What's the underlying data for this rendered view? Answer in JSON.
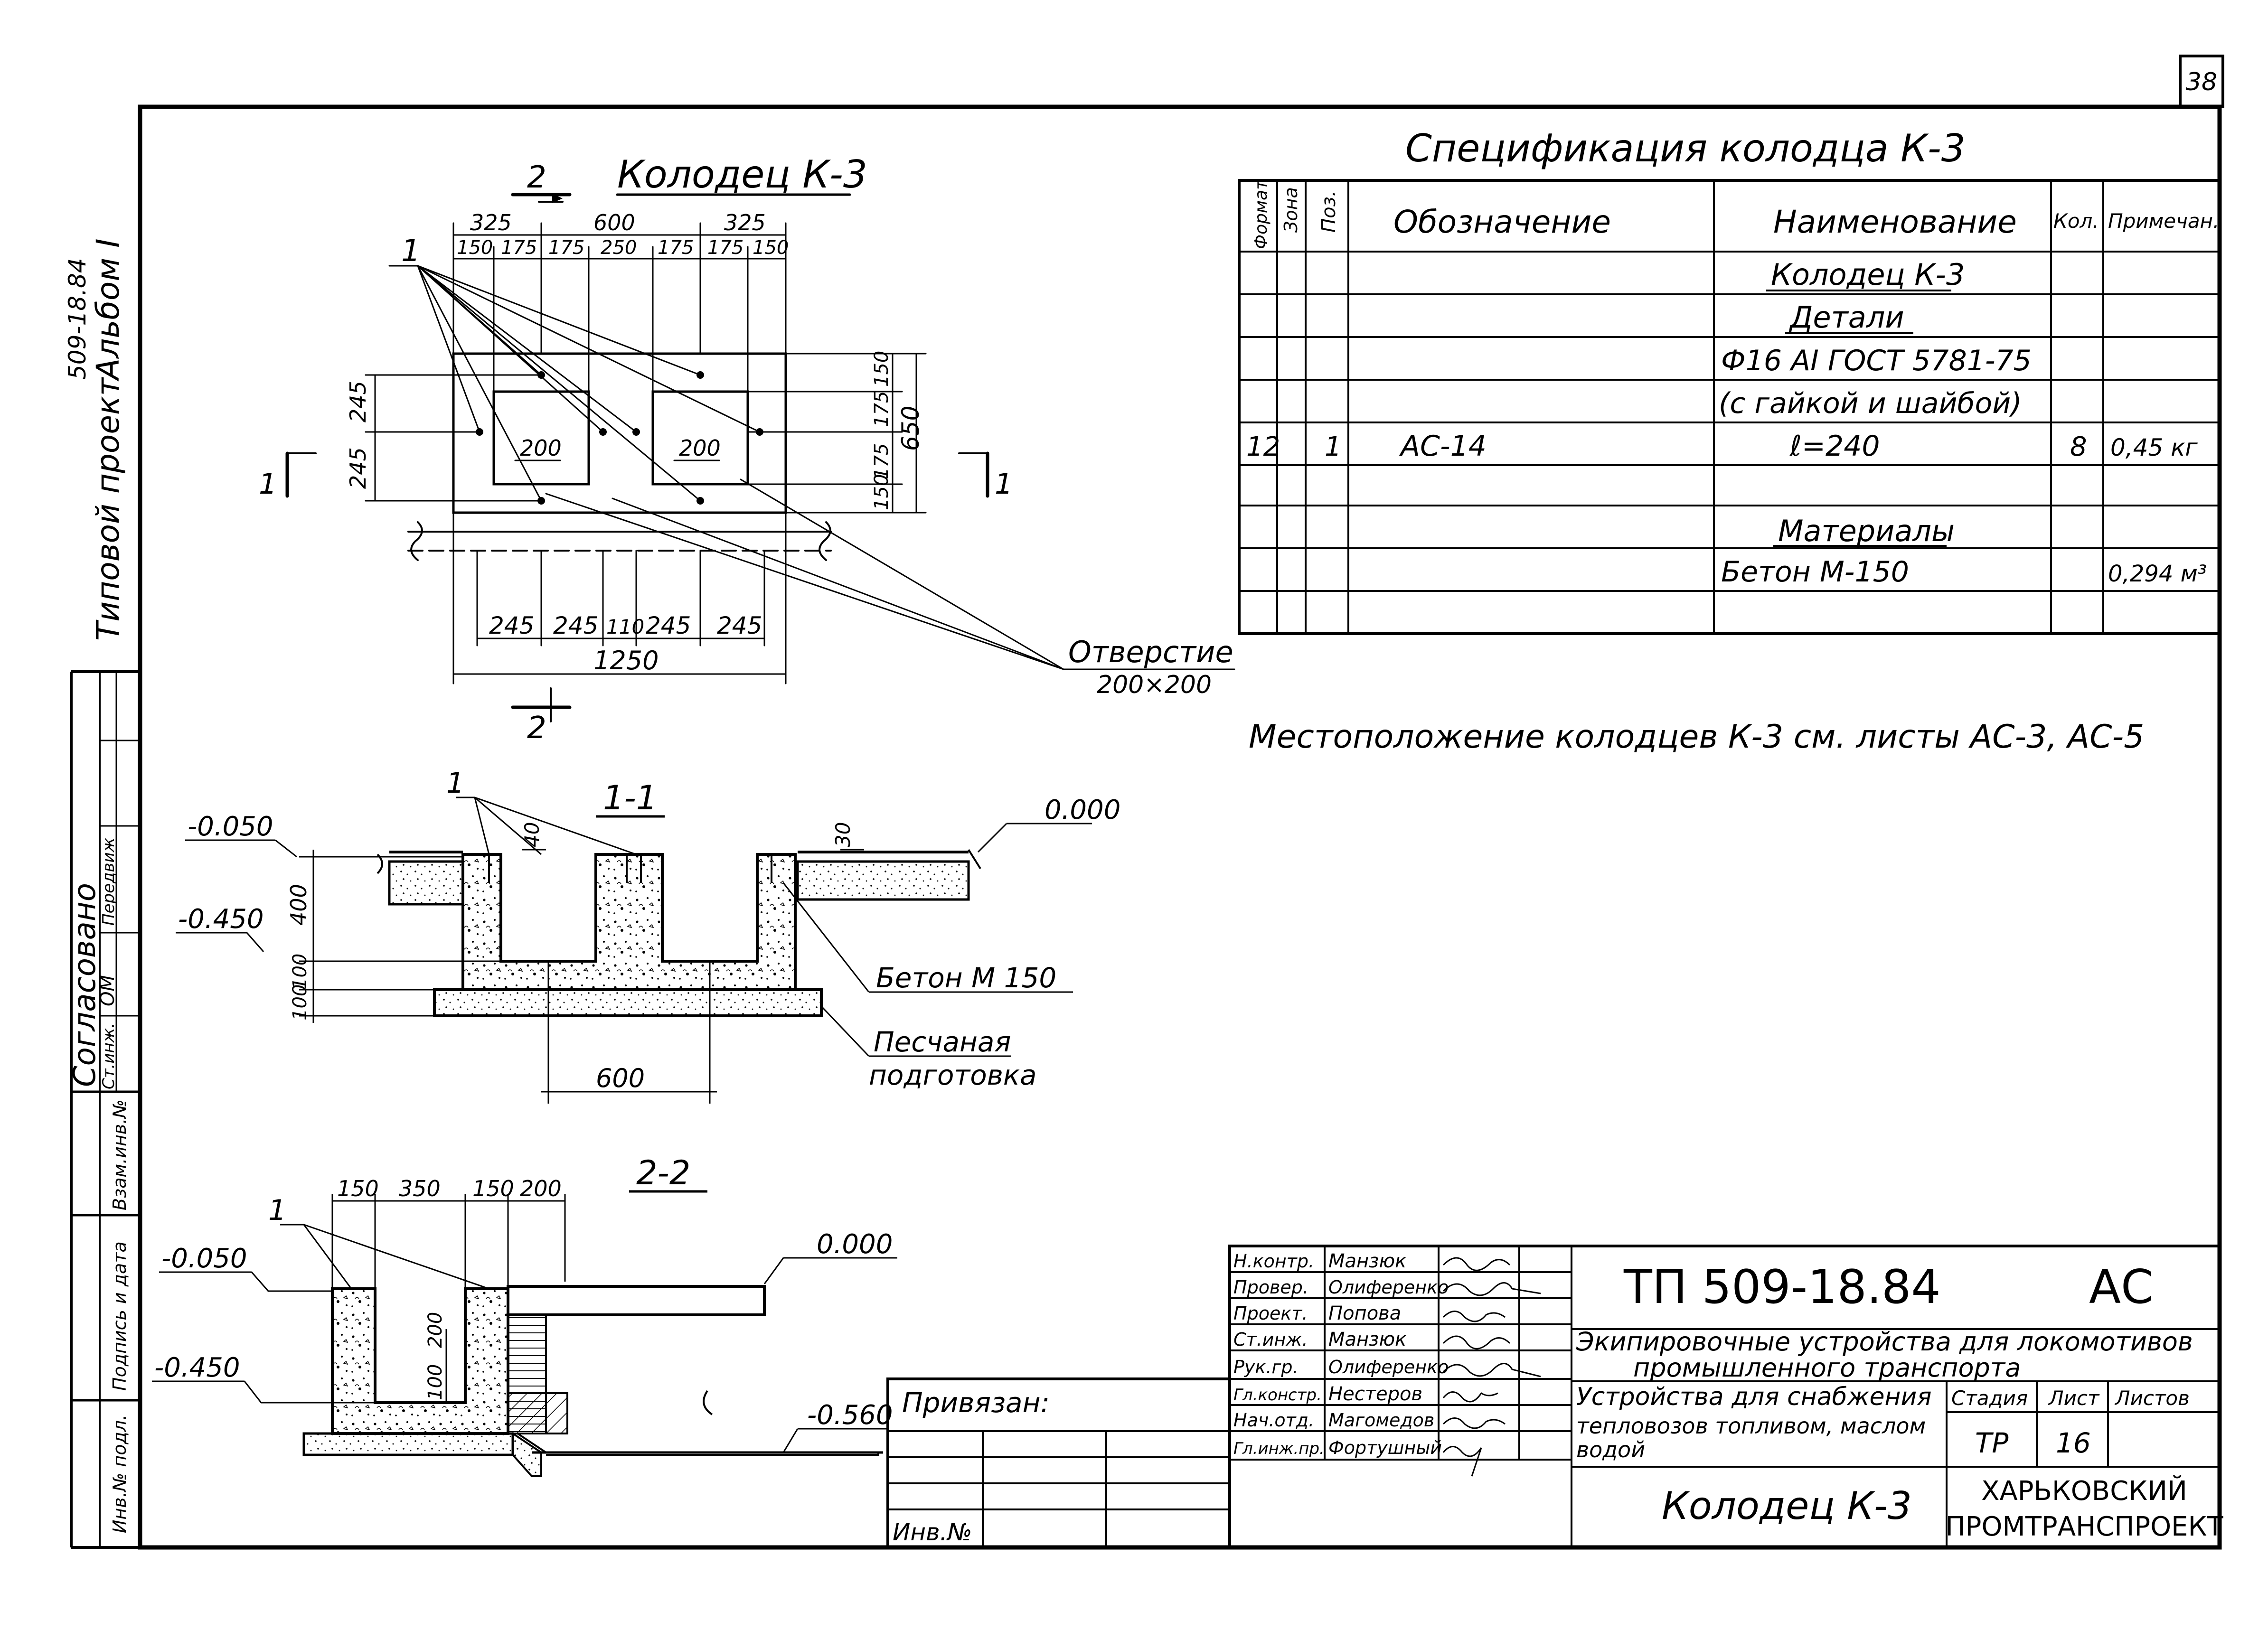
{
  "sheet_number": "38",
  "left_strip": {
    "project_line1": "Типовой проект",
    "project_line2": "509-18.84",
    "album": "Альбом I",
    "agreed": "Согласовано",
    "agree_roles": [
      "Ст.инж.",
      "ОМ",
      "Передвиж"
    ],
    "inv_orig": "Взам.инв.№",
    "sign_date": "Подпись и дата",
    "inv_podl": "Инв.№ подл."
  },
  "plan": {
    "title": "Колодец К-3",
    "section_mark": "2",
    "pos_callout": "1",
    "section1_mark": "1",
    "dims_top_main": [
      "325",
      "600",
      "325"
    ],
    "dims_top_sub": [
      "150",
      "175",
      "175",
      "250",
      "175",
      "175",
      "150"
    ],
    "dims_bottom": [
      "245",
      "245",
      "110",
      "245",
      "245"
    ],
    "total_width": "1250",
    "dims_right": [
      "150",
      "175",
      "175",
      "150"
    ],
    "total_height": "650",
    "dims_left": [
      "245",
      "245"
    ],
    "hole_size_a": "200",
    "hole_size_b": "200",
    "opening_label": "Отверстие",
    "opening_size": "200×200"
  },
  "section_1_1": {
    "title": "1-1",
    "pos_callout": "1",
    "elev_top": "0.000",
    "elev_left_1": "-0.050",
    "elev_left_2": "-0.450",
    "dim_40": "40",
    "dim_30": "30",
    "dims_left": [
      "400",
      "100",
      "100"
    ],
    "dim_600": "600",
    "concrete_label": "Бетон М 150",
    "sand_label_1": "Песчаная",
    "sand_label_2": "подготовка"
  },
  "section_2_2": {
    "title": "2-2",
    "pos_callout": "1",
    "dims_top": [
      "150",
      "350",
      "150",
      "200"
    ],
    "elev_top": "0.000",
    "elev_left_1": "-0.050",
    "elev_left_2": "-0.450",
    "elev_right": "-0.560",
    "dim_100": "100",
    "dim_200": "200"
  },
  "specification": {
    "title": "Спецификация колодца К-3",
    "headers": [
      "Формат",
      "Зона",
      "Поз.",
      "Обозначение",
      "Наименование",
      "Кол.",
      "Примечан."
    ],
    "rows": [
      [
        "",
        "",
        "",
        "",
        "Колодец К-3",
        "",
        ""
      ],
      [
        "",
        "",
        "",
        "",
        "Детали",
        "",
        ""
      ],
      [
        "",
        "",
        "",
        "",
        "Ф16 АI ГОСТ 5781-75",
        "",
        ""
      ],
      [
        "",
        "",
        "",
        "",
        "(с гайкой и шайбой)",
        "",
        ""
      ],
      [
        "12",
        "",
        "1",
        "АС-14",
        "ℓ=240",
        "8",
        "0,45 кг"
      ],
      [
        "",
        "",
        "",
        "",
        "",
        "",
        ""
      ],
      [
        "",
        "",
        "",
        "",
        "Материалы",
        "",
        ""
      ],
      [
        "",
        "",
        "",
        "",
        "Бетон М-150",
        "",
        "0,294 м³"
      ],
      [
        "",
        "",
        "",
        "",
        "",
        "",
        ""
      ]
    ]
  },
  "location_note": "Местоположение колодцев К-3 см. листы АС-3, АС-5",
  "title_block": {
    "bound_label": "Привязан:",
    "inv_label": "Инв.№",
    "roles": [
      "Н.контр.",
      "Провер.",
      "Проект.",
      "Ст.инж.",
      "Рук.гр.",
      "Гл.констр.",
      "Нач.отд.",
      "Гл.инж.пр."
    ],
    "names": [
      "Манзюк",
      "Олиференко",
      "Попова",
      "Манзюк",
      "Олиференко",
      "Нестеров",
      "Магомедов",
      "Фортушный"
    ],
    "doc_code": "ТП  509-18.84",
    "doc_mark": "АС",
    "project_name_1": "Экипировочные устройства для локомотивов",
    "project_name_2": "промышленного транспорта",
    "part_name_1": "Устройства для снабжения",
    "part_name_2": "тепловозов топливом, маслом",
    "part_name_3": "водой",
    "col_stage": "Стадия",
    "col_sheet": "Лист",
    "col_sheets": "Листов",
    "stage": "ТР",
    "sheet": "16",
    "drawing_title": "Колодец К-3",
    "org_1": "ХАРЬКОВСКИЙ",
    "org_2": "ПРОМТРАНСПРОЕКТ"
  }
}
